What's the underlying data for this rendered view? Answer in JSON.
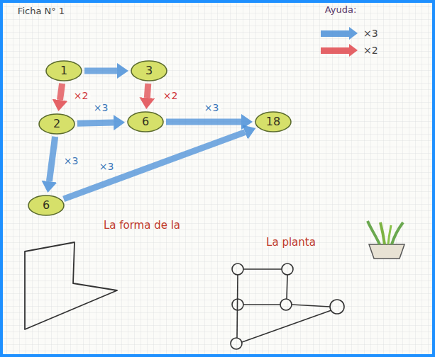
{
  "diagram": {
    "title": "Ficha N° 1",
    "nodes": [
      {
        "text": [
          "1"
        ]
      },
      {
        "text": [
          "3"
        ]
      },
      {
        "text": [
          "2"
        ]
      },
      {
        "text": [
          "6"
        ]
      },
      {
        "text": [
          "18"
        ]
      },
      {
        "text": [
          "6"
        ]
      }
    ],
    "edges": [
      {
        "from": 0,
        "to": 1,
        "arrow": "to"
      },
      {
        "from": 0,
        "to": 2,
        "label": "×2",
        "arrow": "to"
      },
      {
        "from": 1,
        "to": 3,
        "label": "×2",
        "arrow": "to"
      },
      {
        "from": 2,
        "to": 3,
        "label": "×3",
        "arrow": "to"
      },
      {
        "from": 3,
        "to": 4,
        "label": "×3",
        "arrow": "to"
      },
      {
        "from": 2,
        "to": 5,
        "label": "×3",
        "arrow": "to"
      },
      {
        "from": 5,
        "to": 4,
        "label": "×3",
        "arrow": "to"
      }
    ],
    "labels": [
      "Ayuda:",
      "La forma de la",
      "La planta"
    ],
    "legend": [
      {
        "text": "×3",
        "color": "#4a8fd8"
      },
      {
        "text": "×2",
        "color": "#e0484d"
      }
    ]
  }
}
